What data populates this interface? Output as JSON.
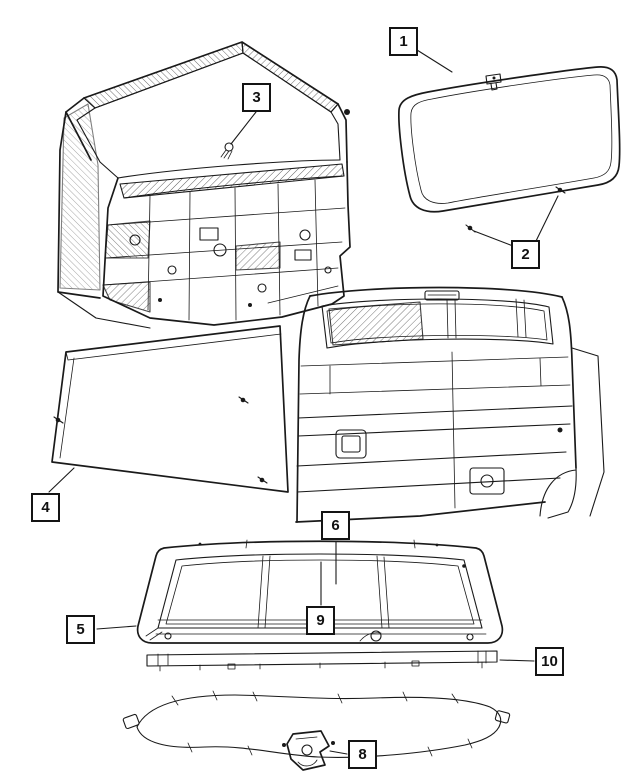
{
  "colors": {
    "background": "#ffffff",
    "line": "#1a1a1a"
  },
  "diagram": {
    "callouts": [
      {
        "label": "1"
      },
      {
        "label": "2"
      },
      {
        "label": "3"
      },
      {
        "label": "4"
      },
      {
        "label": "5"
      },
      {
        "label": "6"
      },
      {
        "label": "8"
      },
      {
        "label": "9"
      },
      {
        "label": "10"
      }
    ]
  }
}
